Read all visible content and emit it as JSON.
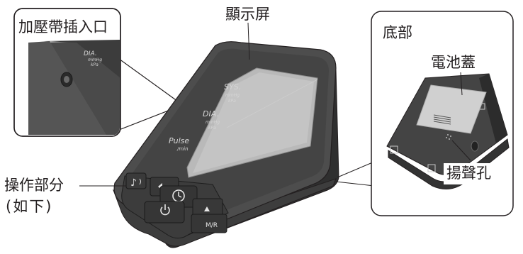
{
  "callouts": {
    "cuff_port": "加壓帶插入口",
    "display": "顯示屏",
    "bottom": "底部",
    "battery_cover": "電池蓋",
    "speaker_hole": "揚聲孔",
    "controls_line1": "操作部分",
    "controls_line2": "(如下)"
  },
  "device_labels": {
    "sys": "SYS.",
    "dia": "DIA.",
    "pulse": "Pulse",
    "per_min": "/min",
    "mmhg": "mmHg",
    "kpa": "kPa",
    "mr": "M/R"
  },
  "colors": {
    "body_dark": "#3a3a3a",
    "body_mid": "#4b4b4b",
    "screen": "#b9b9b9",
    "outline": "#231f20"
  },
  "icons": [
    "power-icon",
    "clock-icon",
    "left-arrow-icon",
    "up-arrow-icon",
    "voice-icon"
  ]
}
